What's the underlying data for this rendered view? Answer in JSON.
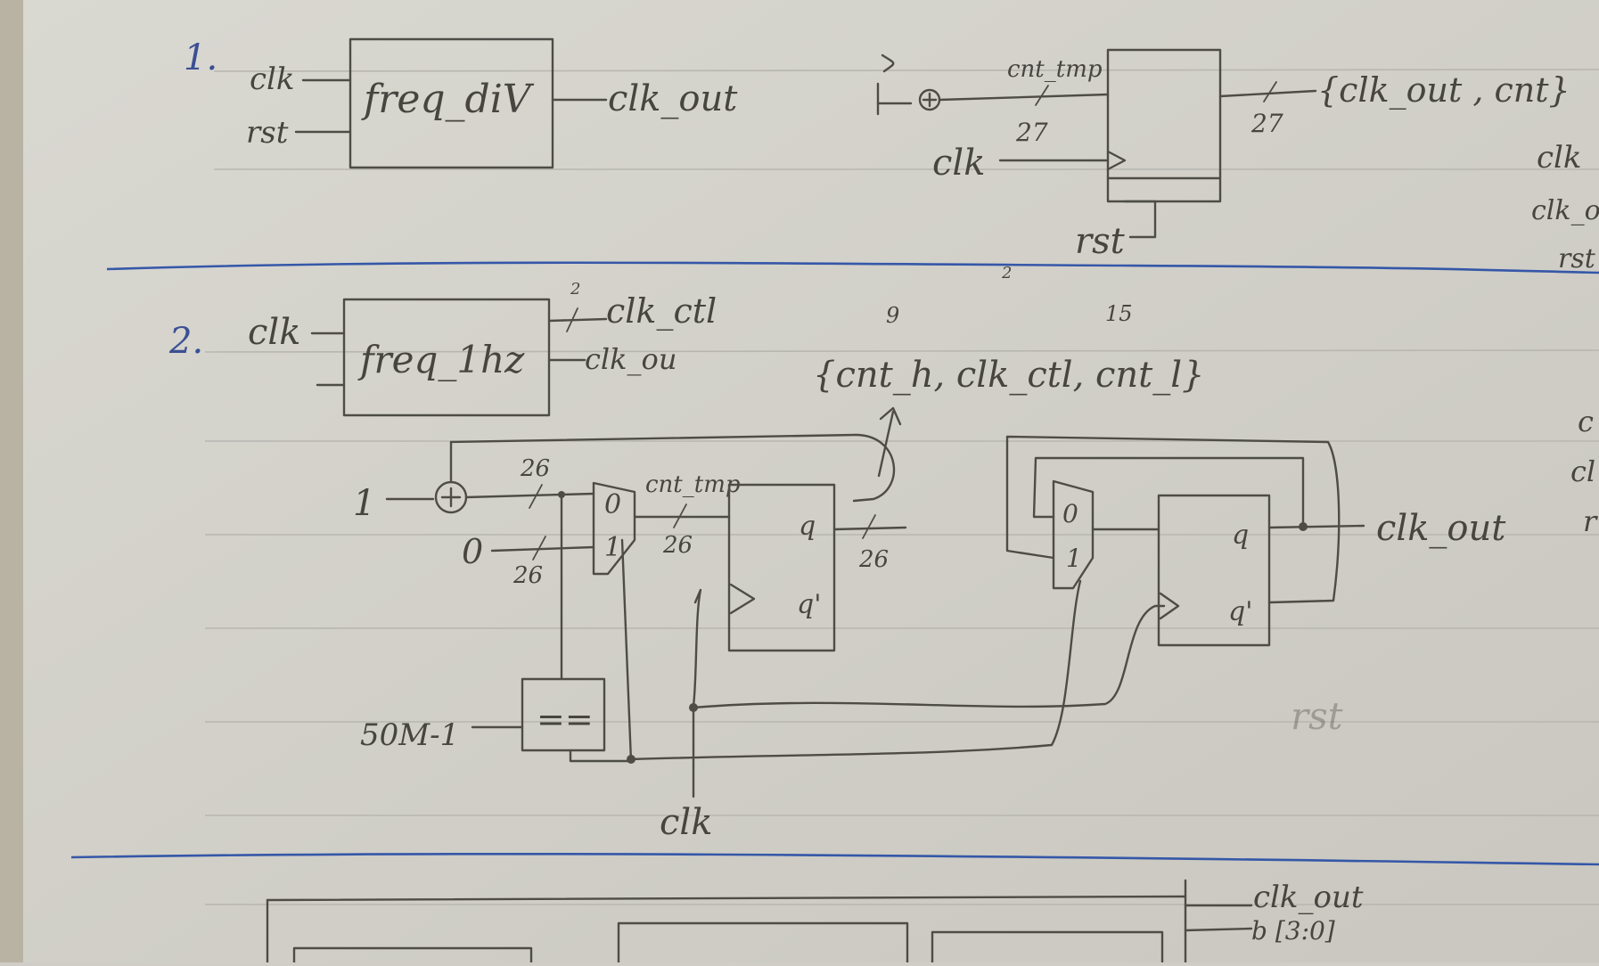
{
  "section1": {
    "number": "1.",
    "block_label": "freq_diV",
    "in_clk": "clk",
    "in_rst": "rst",
    "out_clk": "clk_out",
    "adder_wire": "cnt_tmp",
    "bus_width_a": "27",
    "bus_width_b": "27",
    "reg_clk": "clk",
    "reg_rst": "rst",
    "reg_out": "{clk_out , cnt}",
    "side_labels": [
      "clk",
      "clk_ou",
      "rst"
    ]
  },
  "section2": {
    "number": "2.",
    "block_label": "freq_1hz",
    "in_clk": "clk",
    "out_ctl": "clk_ctl",
    "out_ctl_width": "2",
    "out_clk": "clk_ou",
    "concat": "{cnt_h, clk_ctl, cnt_l}",
    "concat_width_h": "9",
    "concat_width_ctl": "2",
    "concat_width_l": "15",
    "adder_in": "1",
    "zero_in": "0",
    "width_top": "26",
    "width_zero": "26",
    "mux_out": "cnt_tmp",
    "mux_out_width": "26",
    "reg_q": "q",
    "reg_qn": "q'",
    "reg_q_width": "26",
    "mux_sel0": "0",
    "mux_sel1": "1",
    "compare_const": "50M-1",
    "compare_op": "==",
    "clk_label": "clk",
    "toggle_q": "q",
    "toggle_qn": "q'",
    "clk_out_label": "clk_out",
    "side_labels": [
      "c",
      "cl",
      "r"
    ],
    "faint_rst": "rst"
  },
  "section3": {
    "out_clk": "clk_out",
    "out_b": "b [3:0]"
  }
}
